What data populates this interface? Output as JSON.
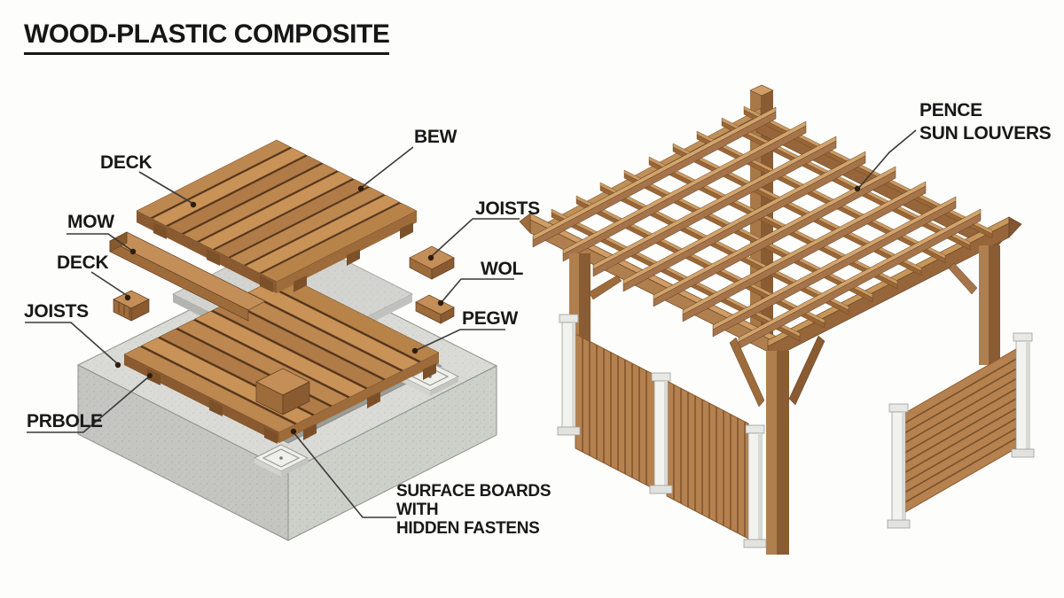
{
  "title": "WOOD-PLASTIC COMPOSITE",
  "deck": {
    "name": "exploded wood-plastic composite deck assembly",
    "labels": {
      "deck_top": "DECK",
      "bew": "BEW",
      "joists_right": "JOISTS",
      "mow": "MOW",
      "deck_block": "DECK",
      "wol": "WOL",
      "pegw": "PEGW",
      "joists_left": "JOISTS",
      "prbole": "PRBOLE",
      "surface": [
        "SURFACE BOARDS",
        "WITH",
        "HIDDEN FASTENS"
      ]
    }
  },
  "pergola": {
    "name": "wood-plastic composite pergola with sun louvers and fence panels",
    "labels": {
      "pence": [
        "PENCE",
        "SUN LOUVERS"
      ]
    }
  },
  "colors": {
    "background": "#fdfdfc",
    "text": "#181818",
    "wood_plank": "#bd8750",
    "wood_plank_alt": "#c99257",
    "wood_side_dark": "#8a5a30",
    "wood_side_mid": "#9e6b3b",
    "wood_gap": "#53351b",
    "concrete_top": "#dadbd6",
    "concrete_face": "#c5c6c2",
    "concrete_recess": "#9b9d98",
    "slab_gray": "#d3d4d0",
    "white_post": "#f2f2ef",
    "leader_line": "#3a3a3a",
    "leader_dot": "#2e1d0d"
  }
}
